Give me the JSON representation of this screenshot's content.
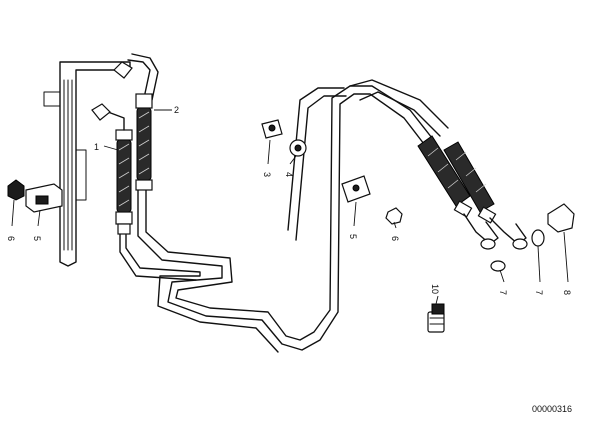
{
  "callouts": {
    "c1": "1",
    "c2": "2",
    "c3": "3",
    "c4": "4",
    "c5a": "5",
    "c5b": "5",
    "c6a": "6",
    "c6b": "6",
    "c7a": "7",
    "c7b": "7",
    "c8": "8",
    "c10": "10"
  },
  "drawing_code": "00000316"
}
